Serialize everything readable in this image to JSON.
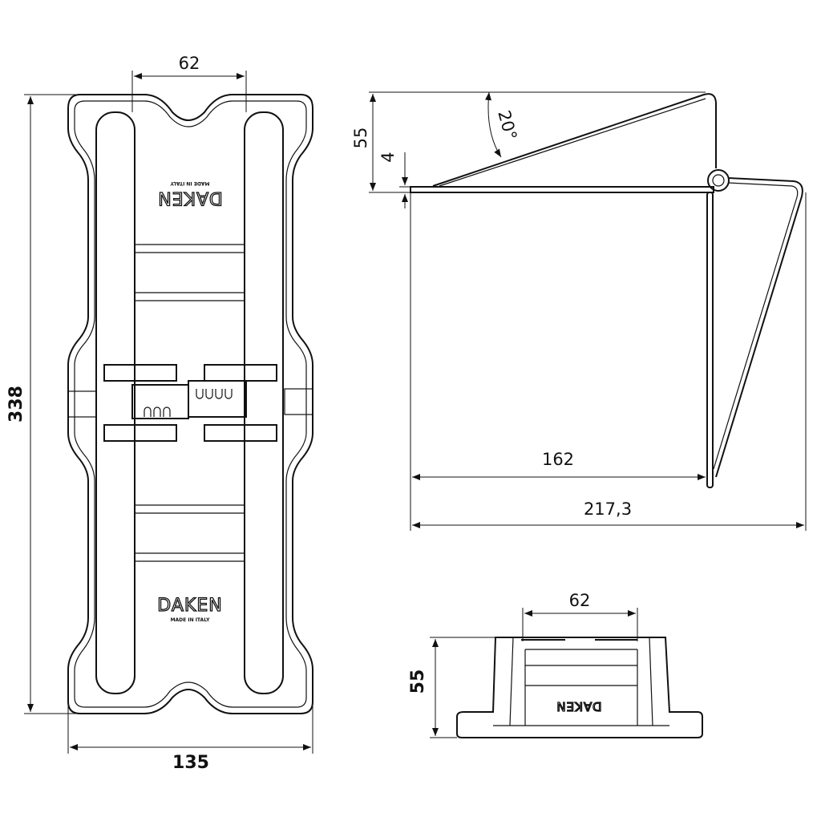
{
  "top_view": {
    "dim_width_inner": "62",
    "dim_length": "338",
    "dim_width": "135",
    "logo_text": "DAKEN",
    "logo_subtext": "MADE IN ITALY"
  },
  "side_view": {
    "dim_height": "55",
    "dim_thickness": "4",
    "dim_angle": "20°",
    "dim_base_length": "162",
    "dim_overall_length": "217,3"
  },
  "front_view": {
    "dim_width_inner": "62",
    "dim_height": "55",
    "logo_text": "DAKEN"
  }
}
